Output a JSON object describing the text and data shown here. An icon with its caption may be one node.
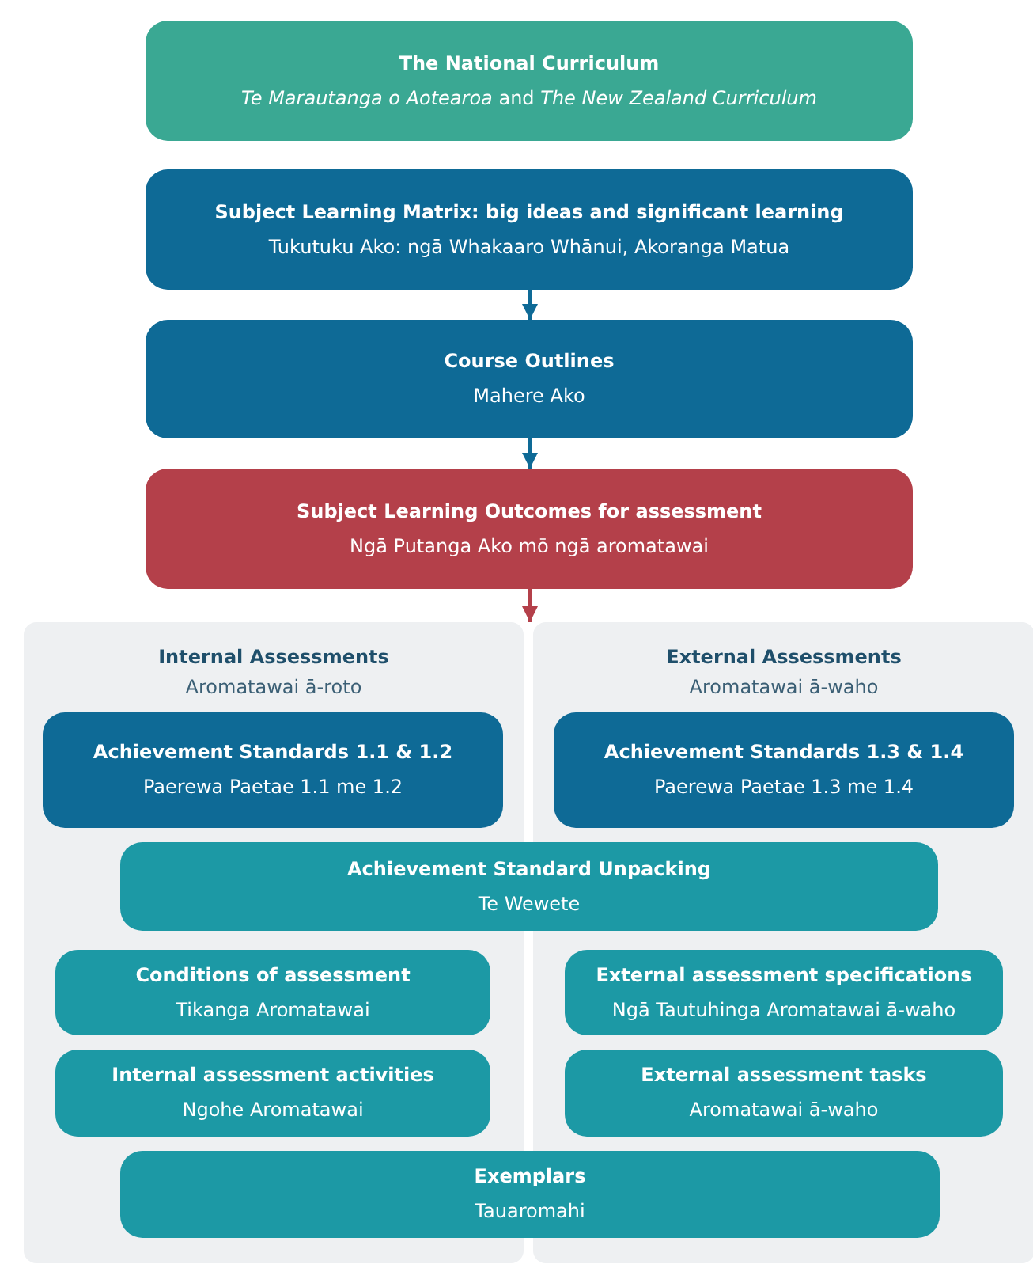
{
  "diagram": {
    "nodes": [
      {
        "text": [
          "The National Curriculum",
          "*Te Marautanga o Aotearoa* and *The New Zealand Curriculum*"
        ]
      },
      {
        "text": [
          "Subject Learning Matrix: big ideas and significant learning",
          "Tukutuku Ako: ngā Whakaaro Whānui, Akoranga Matua"
        ]
      },
      {
        "text": [
          "Course Outlines",
          "Mahere Ako"
        ]
      },
      {
        "text": [
          "Subject Learning Outcomes for assessment",
          "Ngā Putanga Ako mō ngā aromatawai"
        ]
      },
      {
        "text": [],
        "shape": "box"
      },
      {
        "text": [
          "Internal Assessments",
          "Aromatawai ā-roto"
        ],
        "in": 4
      },
      {
        "text": [
          "External Assessments",
          "Aromatawai ā-waho"
        ],
        "in": 4
      },
      {
        "text": [
          "Achievement Standards 1.1 & 1.2",
          "Paerewa Paetae 1.1 me 1.2"
        ],
        "in": 5
      },
      {
        "text": [
          "Achievement Standards 1.3 & 1.4",
          "Paerewa Paetae 1.3 me 1.4"
        ],
        "in": 6
      },
      {
        "text": [
          "Achievement Standard Unpacking",
          "Te Wewete"
        ],
        "in": 4
      },
      {
        "text": [
          "Conditions of assessment",
          "Tikanga Aromatawai"
        ],
        "in": 5
      },
      {
        "text": [
          "External assessment specifications",
          "Ngā Tautuhinga Aromatawai ā-waho"
        ],
        "in": 6
      },
      {
        "text": [
          "Internal assessment activities",
          "Ngohe Aromatawai"
        ],
        "in": 5
      },
      {
        "text": [
          "External assessment tasks",
          "Aromatawai ā-waho"
        ],
        "in": 6
      },
      {
        "text": [
          "Exemplars",
          "Tauaromahi"
        ],
        "in": 4
      }
    ],
    "edges": [
      {
        "from": 1,
        "to": 2,
        "arrow": "to"
      },
      {
        "from": 2,
        "to": 3,
        "arrow": "to"
      },
      {
        "from": 3,
        "to": 4,
        "arrow": "to",
        "color": "#b4404a"
      }
    ]
  }
}
